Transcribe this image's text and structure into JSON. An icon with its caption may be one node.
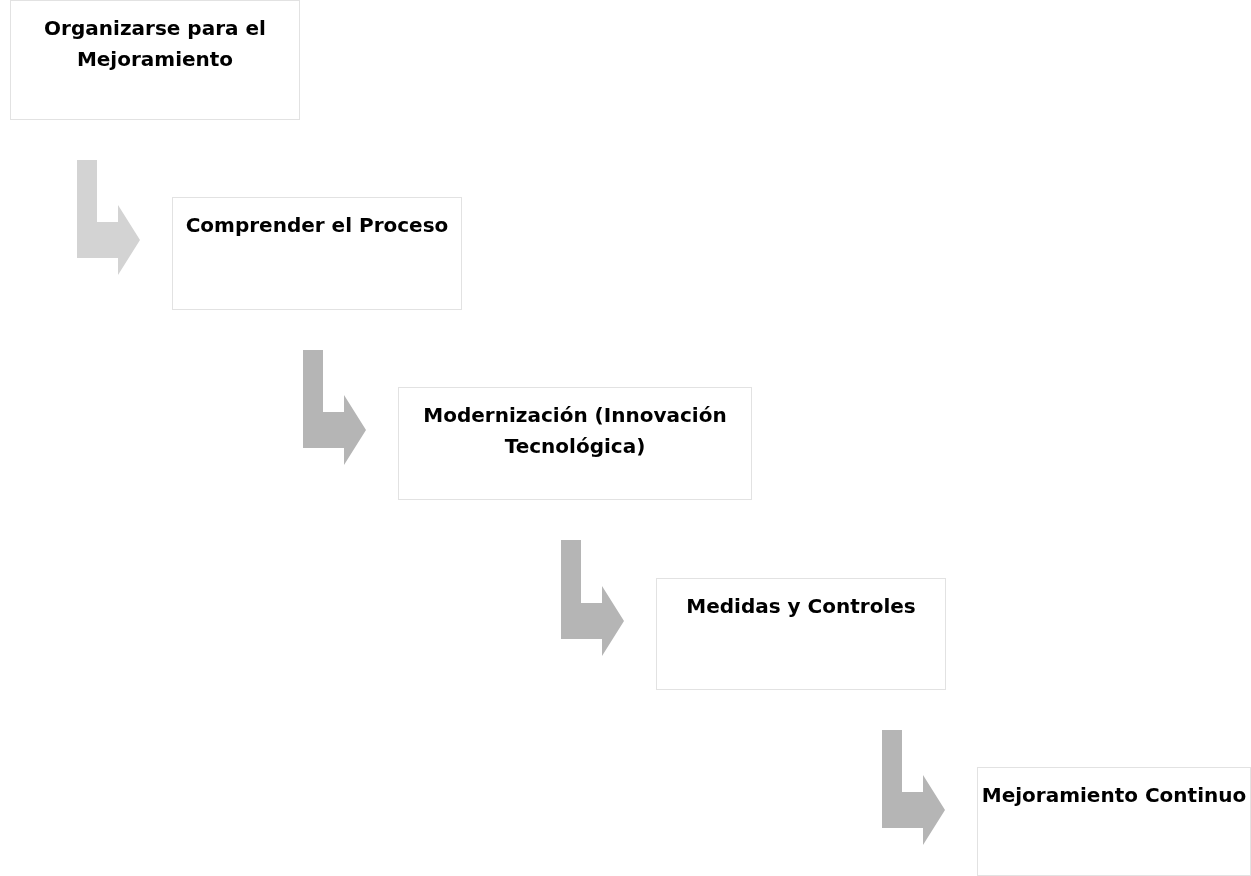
{
  "diagram": {
    "nodes": [
      {
        "text": [
          "Organizarse para el Mejoramiento"
        ]
      },
      {
        "text": [
          "Comprender el Proceso"
        ]
      },
      {
        "text": [
          "Modernización (Innovación Tecnológica)"
        ]
      },
      {
        "text": [
          "Medidas y Controles"
        ]
      },
      {
        "text": [
          "Mejoramiento Continuo"
        ]
      }
    ],
    "edges": [
      {
        "from": 0,
        "to": 1,
        "arrow": "to",
        "color": "#d3d3d3"
      },
      {
        "from": 1,
        "to": 2,
        "arrow": "to"
      },
      {
        "from": 2,
        "to": 3,
        "arrow": "to"
      },
      {
        "from": 3,
        "to": 4,
        "arrow": "to"
      }
    ]
  }
}
